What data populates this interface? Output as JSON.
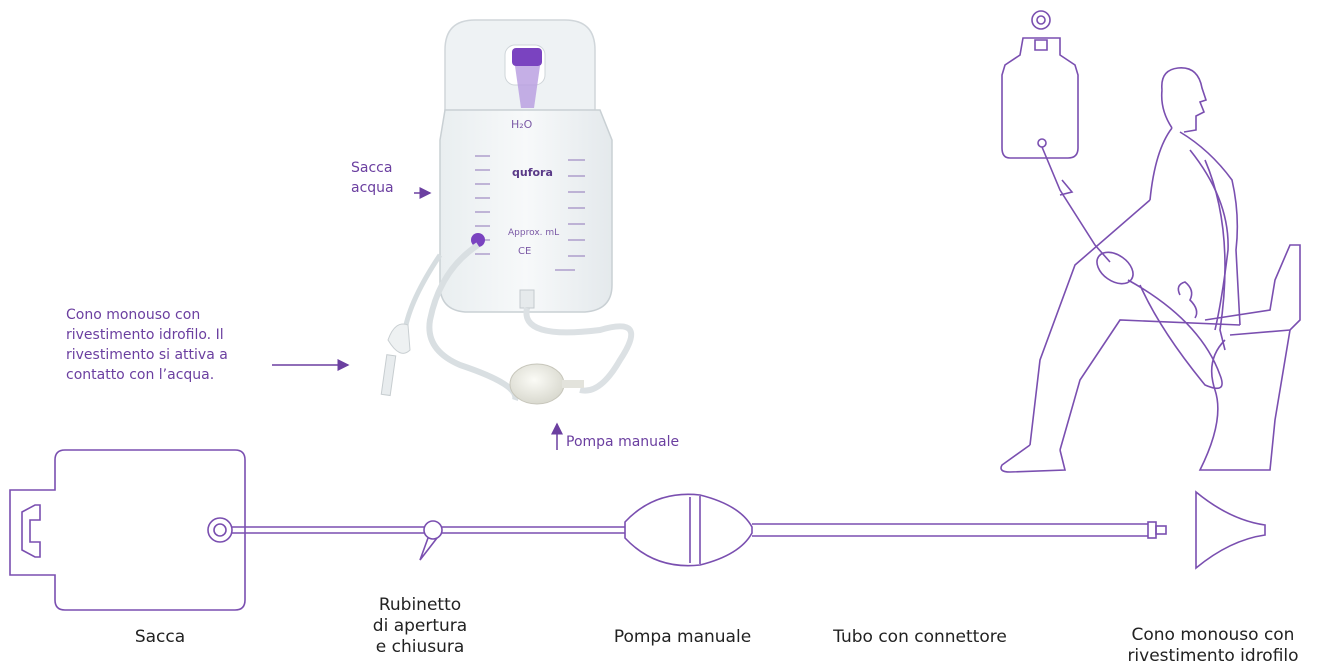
{
  "photo": {
    "bag_label": "Sacca acqua",
    "cone_label": "Cono monouso con rivestimento idrofilo. Il rivestimento si attiva a contatto con l’acqua.",
    "pump_label": "Pompa manuale",
    "bag_brand": "qufora",
    "bag_h2o": "H₂O",
    "bag_approx": "Approx. mL",
    "bag_ce": "CE"
  },
  "schematic": {
    "parts": [
      {
        "id": "sacca",
        "label": "Sacca"
      },
      {
        "id": "rubinetto",
        "label": "Rubinetto di apertura e chiusura"
      },
      {
        "id": "pompa",
        "label": "Pompa manuale"
      },
      {
        "id": "tubo",
        "label": "Tubo con connettore"
      },
      {
        "id": "cono",
        "label": "Cono monouso con rivestimento idrofilo"
      }
    ]
  },
  "colors": {
    "accent": "#6b3fa0",
    "line": "#7a4fb0",
    "text": "#222222"
  }
}
